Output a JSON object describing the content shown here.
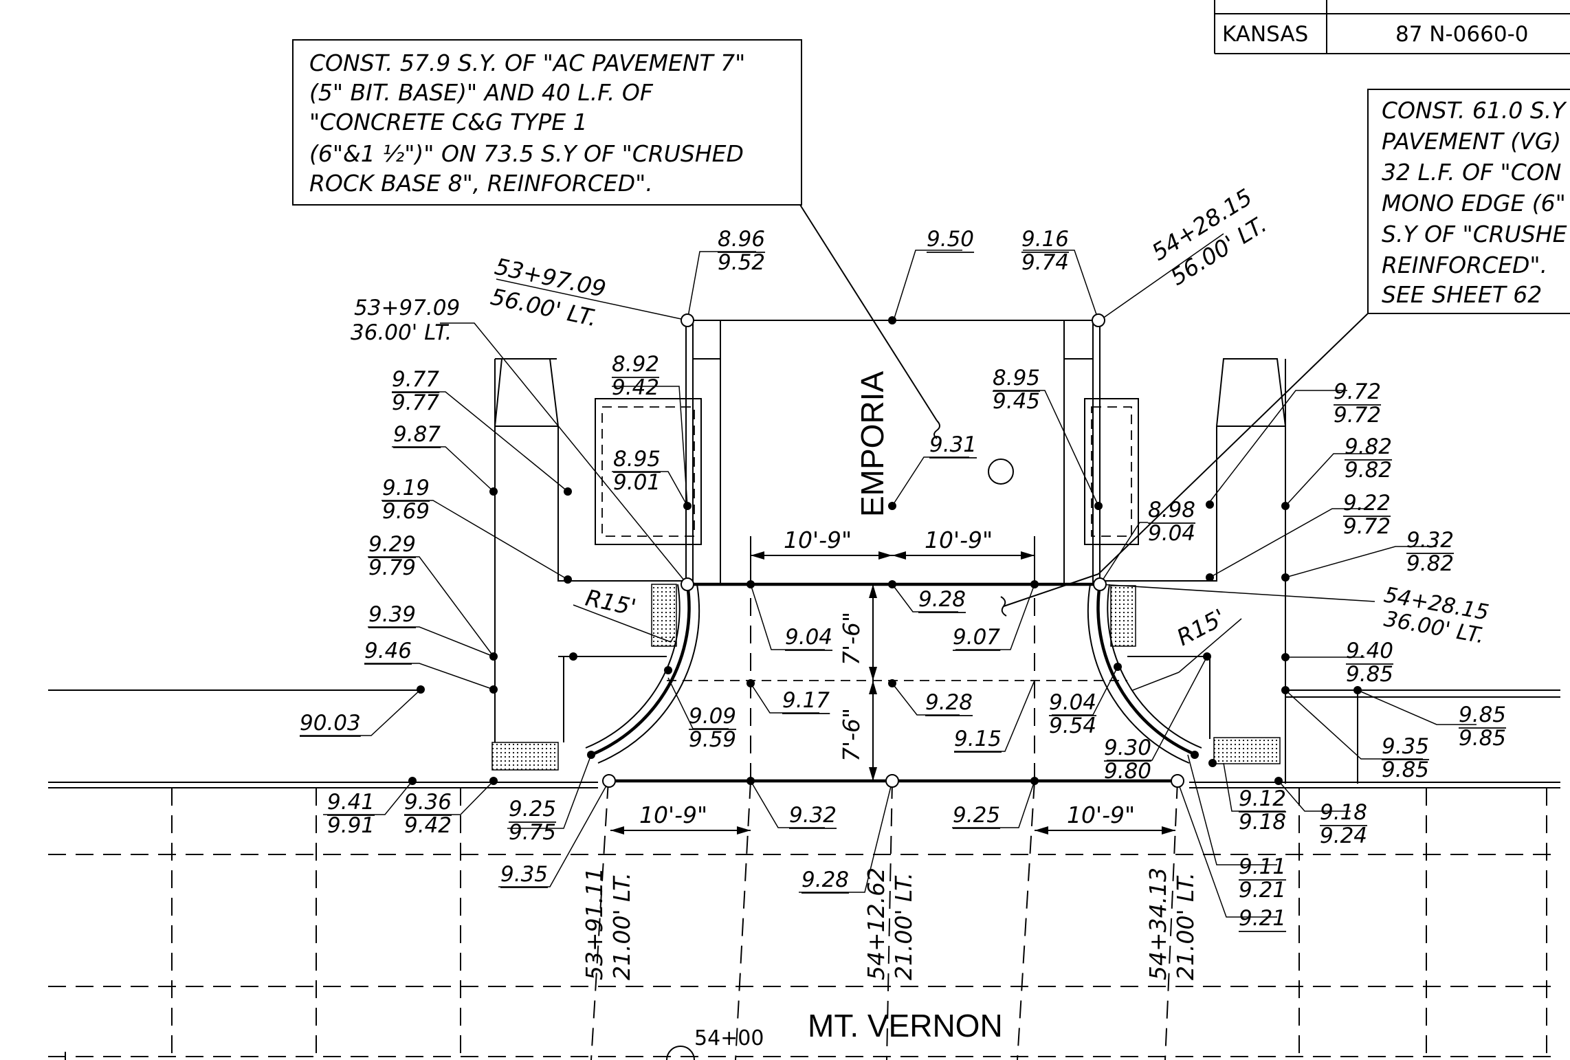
{
  "title_block": {
    "state": "KANSAS",
    "project": "87 N-0660-0"
  },
  "notes": {
    "left": [
      "CONST. 57.9 S.Y. OF \"AC PAVEMENT 7\"",
      "(5\" BIT. BASE)\" AND 40 L.F. OF",
      "\"CONCRETE C&G TYPE 1",
      "(6\"&1 ½\")\" ON 73.5 S.Y OF \"CRUSHED",
      "ROCK BASE 8\", REINFORCED\"."
    ],
    "right": [
      "CONST. 61.0 S.Y",
      "PAVEMENT (VG)",
      "32 L.F. OF \"CON",
      "MONO EDGE (6\"",
      "S.Y OF \"CRUSHE",
      "REINFORCED\".",
      "SEE SHEET 62"
    ]
  },
  "streets": {
    "north": "EMPORIA",
    "south": "MT. VERNON"
  },
  "station": {
    "mark": "54+00"
  },
  "stations": {
    "s1a": "53+97.09",
    "s1b": "56.00' LT.",
    "s2a": "53+97.09",
    "s2b": "36.00' LT.",
    "s3a": "54+28.15",
    "s3b": "56.00' LT.",
    "s4a": "54+28.15",
    "s4b": "36.00' LT.",
    "s5a": "53+91.11",
    "s5b": "21.00' LT.",
    "s6a": "54+12.62",
    "s6b": "21.00' LT.",
    "s7a": "54+34.13",
    "s7b": "21.00' LT."
  },
  "dims": {
    "d1": "10'-9\"",
    "d2": "10'-9\"",
    "d3": "10'-9\"",
    "d4": "10'-9\"",
    "v1": "7'-6\"",
    "v2": "7'-6\"",
    "r1": "R15'",
    "r2": "R15'"
  },
  "elev": {
    "e01a": "8.96",
    "e01b": "9.52",
    "e02": "9.50",
    "e03a": "9.16",
    "e03b": "9.74",
    "e04a": "8.92",
    "e04b": "9.42",
    "e05a": "8.95",
    "e05b": "9.01",
    "e06a": "9.77",
    "e06b": "9.77",
    "e07": "9.87",
    "e08a": "9.19",
    "e08b": "9.69",
    "e09a": "9.29",
    "e09b": "9.79",
    "e10": "9.39",
    "e11": "9.46",
    "e12": "90.03",
    "e13a": "9.41",
    "e13b": "9.91",
    "e14a": "9.36",
    "e14b": "9.42",
    "e15a": "9.25",
    "e15b": "9.75",
    "e16": "9.35",
    "e17": "9.31",
    "e18a": "8.95",
    "e18b": "9.45",
    "e19a": "8.98",
    "e19b": "9.04",
    "e20": "9.28",
    "e21": "9.07",
    "e22": "9.04",
    "e23": "9.17",
    "e24a": "9.09",
    "e24b": "9.59",
    "e25": "9.28",
    "e26": "9.15",
    "e27a": "9.04",
    "e27b": "9.54",
    "e28a": "9.30",
    "e28b": "9.80",
    "e29": "9.32",
    "e30": "9.25",
    "e31": "9.28",
    "e32a": "9.72",
    "e32b": "9.72",
    "e33a": "9.82",
    "e33b": "9.82",
    "e34a": "9.22",
    "e34b": "9.72",
    "e35a": "9.32",
    "e35b": "9.82",
    "e36a": "9.40",
    "e36b": "9.85",
    "e37a": "9.85",
    "e37b": "9.85",
    "e38a": "9.35",
    "e38b": "9.85",
    "e39a": "9.12",
    "e39b": "9.18",
    "e40a": "9.18",
    "e40b": "9.24",
    "e41a": "9.11",
    "e41b": "9.21",
    "e42": "9.21"
  }
}
